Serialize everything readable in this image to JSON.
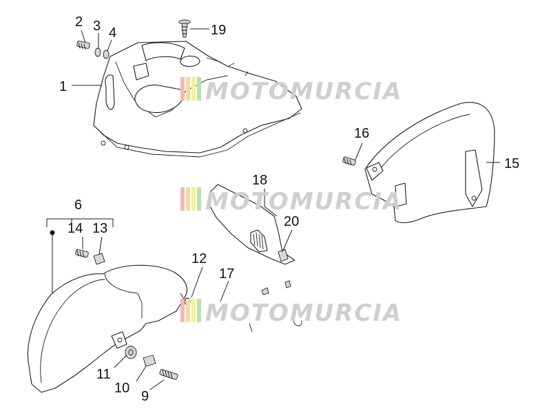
{
  "diagram": {
    "callouts": [
      {
        "id": "p1",
        "label": "1"
      },
      {
        "id": "p2",
        "label": "2"
      },
      {
        "id": "p3",
        "label": "3"
      },
      {
        "id": "p4",
        "label": "4"
      },
      {
        "id": "p6",
        "label": "6"
      },
      {
        "id": "p9",
        "label": "9"
      },
      {
        "id": "p10",
        "label": "10"
      },
      {
        "id": "p11",
        "label": "11"
      },
      {
        "id": "p12",
        "label": "12"
      },
      {
        "id": "p13",
        "label": "13"
      },
      {
        "id": "p14",
        "label": "14"
      },
      {
        "id": "p15",
        "label": "15"
      },
      {
        "id": "p16",
        "label": "16"
      },
      {
        "id": "p17",
        "label": "17"
      },
      {
        "id": "p18",
        "label": "18"
      },
      {
        "id": "p19",
        "label": "19"
      },
      {
        "id": "p20",
        "label": "20"
      }
    ]
  },
  "watermark": {
    "text": "MOTOMURCIA",
    "stripe_colors": [
      "#f2b8b8",
      "#f5d9a0",
      "#f3ef9a",
      "#b8e0b0"
    ],
    "text_color": "#cfcfcf"
  },
  "colors": {
    "line": "#1a1a1a",
    "background": "#ffffff"
  }
}
